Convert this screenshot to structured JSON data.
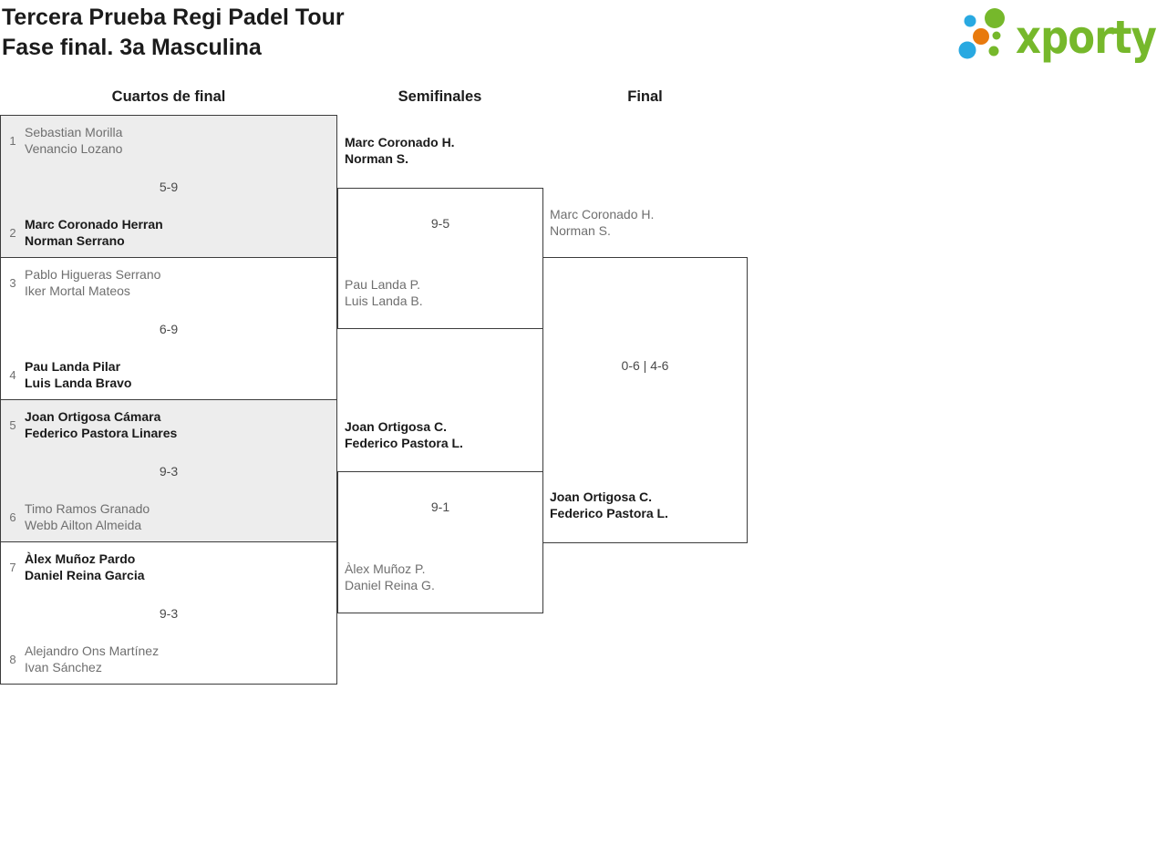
{
  "header": {
    "title_line1": "Tercera Prueba Regi Padel Tour",
    "title_line2": "Fase final. 3a Masculina"
  },
  "logo": {
    "text": "xporty"
  },
  "rounds": {
    "quarterfinals": "Cuartos de final",
    "semifinals": "Semifinales",
    "final": "Final"
  },
  "colors": {
    "brand_green": "#76b82b",
    "brand_blue": "#29a9e1",
    "brand_orange": "#e87a0d",
    "match_alt_bg": "#ededed",
    "border": "#3c3c3c",
    "winner_text": "#1a1a1a",
    "loser_text": "#6f6f6f"
  },
  "bracket": {
    "quarterfinals": [
      {
        "seed_top": "1",
        "team_top": [
          "Sebastian Morilla",
          "Venancio Lozano"
        ],
        "score": "5-9",
        "seed_bottom": "2",
        "team_bottom": [
          "Marc Coronado Herran",
          "Norman Serrano"
        ],
        "winner": "bottom"
      },
      {
        "seed_top": "3",
        "team_top": [
          "Pablo Higueras Serrano",
          "Iker Mortal Mateos"
        ],
        "score": "6-9",
        "seed_bottom": "4",
        "team_bottom": [
          "Pau Landa Pilar",
          "Luis Landa Bravo"
        ],
        "winner": "bottom"
      },
      {
        "seed_top": "5",
        "team_top": [
          "Joan Ortigosa Cámara",
          "Federico Pastora Linares"
        ],
        "score": "9-3",
        "seed_bottom": "6",
        "team_bottom": [
          "Timo Ramos Granado",
          "Webb Ailton Almeida"
        ],
        "winner": "top"
      },
      {
        "seed_top": "7",
        "team_top": [
          "Àlex Muñoz Pardo",
          "Daniel Reina Garcia"
        ],
        "score": "9-3",
        "seed_bottom": "8",
        "team_bottom": [
          "Alejandro Ons Martínez",
          "Ivan Sánchez"
        ],
        "winner": "top"
      }
    ],
    "semifinals": [
      {
        "team_top": [
          "Marc Coronado H.",
          "Norman S."
        ],
        "score": "9-5",
        "team_bottom": [
          "Pau Landa P.",
          "Luis Landa B."
        ],
        "winner": "top"
      },
      {
        "team_top": [
          "Joan Ortigosa C.",
          "Federico Pastora L."
        ],
        "score": "9-1",
        "team_bottom": [
          "Àlex Muñoz P.",
          "Daniel Reina G."
        ],
        "winner": "top"
      }
    ],
    "final": {
      "team_top": [
        "Marc Coronado H.",
        "Norman S."
      ],
      "score": "0-6 | 4-6",
      "team_bottom": [
        "Joan Ortigosa C.",
        "Federico Pastora L."
      ],
      "winner": "bottom"
    }
  }
}
